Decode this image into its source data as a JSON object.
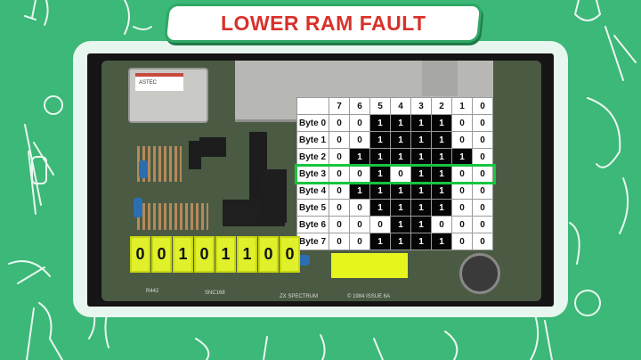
{
  "title": "LOWER RAM FAULT",
  "table": {
    "columns": [
      "7",
      "6",
      "5",
      "4",
      "3",
      "2",
      "1",
      "0"
    ],
    "rows": [
      {
        "label": "Byte 0",
        "bits": [
          0,
          0,
          1,
          1,
          1,
          1,
          0,
          0
        ]
      },
      {
        "label": "Byte 1",
        "bits": [
          0,
          0,
          1,
          1,
          1,
          1,
          0,
          0
        ]
      },
      {
        "label": "Byte 2",
        "bits": [
          0,
          1,
          1,
          1,
          1,
          1,
          1,
          0
        ]
      },
      {
        "label": "Byte 3",
        "bits": [
          0,
          0,
          1,
          0,
          1,
          1,
          0,
          0
        ]
      },
      {
        "label": "Byte 4",
        "bits": [
          0,
          1,
          1,
          1,
          1,
          1,
          0,
          0
        ]
      },
      {
        "label": "Byte 5",
        "bits": [
          0,
          0,
          1,
          1,
          1,
          1,
          0,
          0
        ]
      },
      {
        "label": "Byte 6",
        "bits": [
          0,
          0,
          0,
          1,
          1,
          0,
          0,
          0
        ]
      },
      {
        "label": "Byte 7",
        "bits": [
          0,
          0,
          1,
          1,
          1,
          1,
          0,
          0
        ]
      }
    ],
    "highlighted_row": "Byte 3",
    "on_color": "#050505",
    "off_color": "#ffffff",
    "highlight_color": "#19c43e"
  },
  "bit_readout": [
    "0",
    "0",
    "1",
    "0",
    "1",
    "1",
    "0",
    "0"
  ],
  "pcb_labels": {
    "chip_brand": "ASTEC",
    "board_name": "ZX SPECTRUM",
    "issue": "© 1984 ISSUE 6A",
    "chip_id": "R442",
    "snc": "SNC168"
  },
  "colors": {
    "background": "#3cb878",
    "title_text": "#d9312a",
    "readout_fill": "#e0f02a"
  }
}
